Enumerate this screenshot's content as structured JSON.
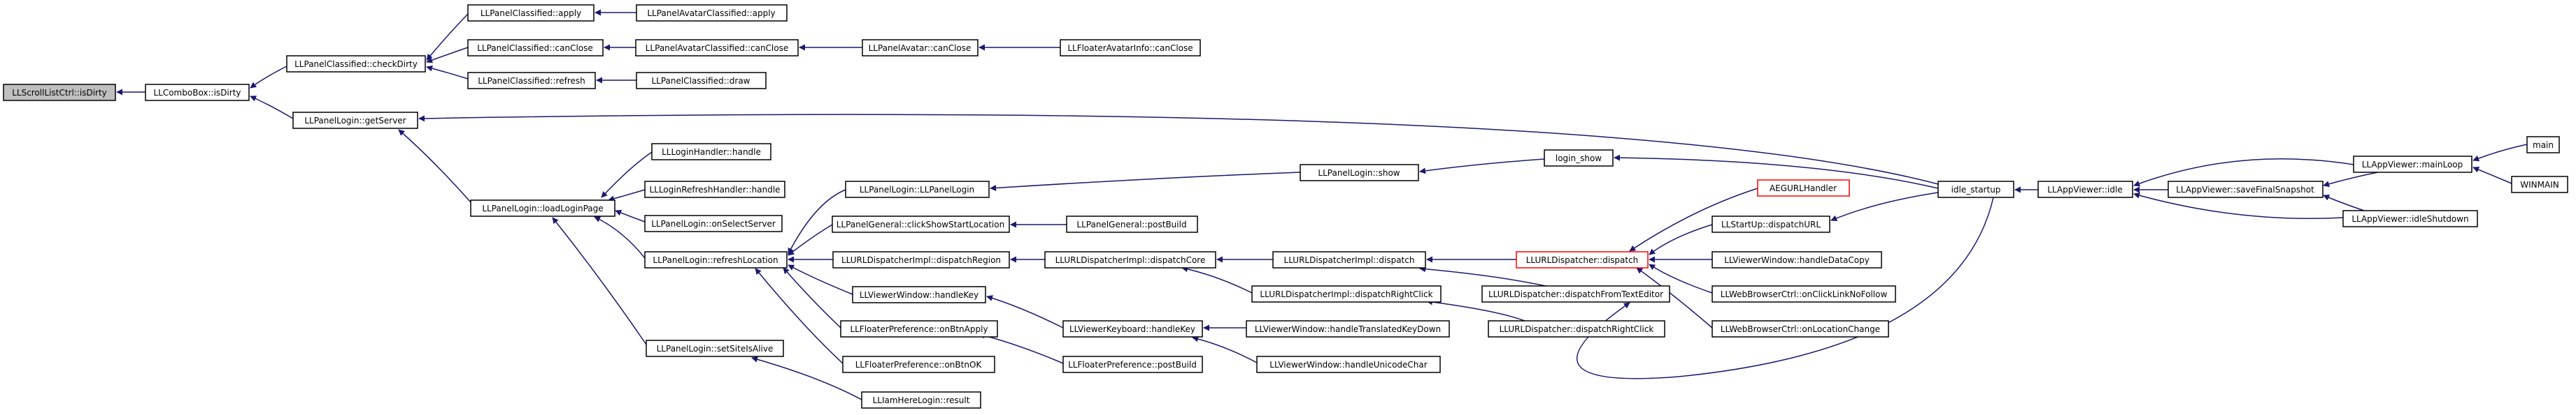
{
  "colors": {
    "edge": "#191970",
    "root_fill": "#bfbfbf",
    "border": "#000000",
    "missing_border": "#ff0000"
  },
  "nodes": {
    "n0": "LLScrollListCtrl::isDirty",
    "n1": "LLComboBox::isDirty",
    "n2": "LLPanelClassified::checkDirty",
    "n3": "LLPanelLogin::getServer",
    "n4": "LLPanelClassified::apply",
    "n5": "LLPanelClassified::canClose",
    "n6": "LLPanelClassified::refresh",
    "n7": "LLPanelAvatarClassified::apply",
    "n8": "LLPanelAvatarClassified::canClose",
    "n9": "LLPanelAvatar::canClose",
    "n10": "LLFloaterAvatarInfo::canClose",
    "n11": "LLPanelClassified::draw",
    "n12": "LLPanelLogin::loadLoginPage",
    "n13": "LLLoginHandler::handle",
    "n14": "LLLoginRefreshHandler::handle",
    "n15": "LLPanelLogin::onSelectServer",
    "n16": "LLPanelLogin::refreshLocation",
    "n17": "LLPanelLogin::setSiteIsAlive",
    "n18": "LLPanelLogin::LLPanelLogin",
    "n19": "LLPanelGeneral::clickShowStartLocation",
    "n20": "LLURLDispatcherImpl::dispatchRegion",
    "n21": "LLViewerWindow::handleKey",
    "n22": "LLFloaterPreference::onBtnApply",
    "n23": "LLFloaterPreference::onBtnOK",
    "n24": "LLIamHereLogin::result",
    "n25": "LLPanelLogin::show",
    "n26": "LLPanelGeneral::postBuild",
    "n27": "LLURLDispatcherImpl::dispatchCore",
    "n28": "LLViewerKeyboard::handleKey",
    "n29": "LLFloaterPreference::postBuild",
    "n30": "login_show",
    "n31": "LLURLDispatcherImpl::dispatch",
    "n32": "LLURLDispatcherImpl::dispatchRightClick",
    "n33": "LLViewerWindow::handleTranslatedKeyDown",
    "n34": "LLViewerWindow::handleUnicodeChar",
    "n35": "LLURLDispatcher::dispatch",
    "n36": "LLURLDispatcher::dispatchFromTextEditor",
    "n37": "LLURLDispatcher::dispatchRightClick",
    "n38": "AEGURLHandler",
    "n39": "LLStartUp::dispatchURL",
    "n40": "LLViewerWindow::handleDataCopy",
    "n41": "LLWebBrowserCtrl::onClickLinkNoFollow",
    "n42": "LLWebBrowserCtrl::onLocationChange",
    "n43": "idle_startup",
    "n44": "LLAppViewer::idle",
    "n45": "LLAppViewer::saveFinalSnapshot",
    "n46": "LLAppViewer::idleShutdown",
    "n47": "LLAppViewer::mainLoop",
    "n48": "main",
    "n49": "WINMAIN"
  }
}
